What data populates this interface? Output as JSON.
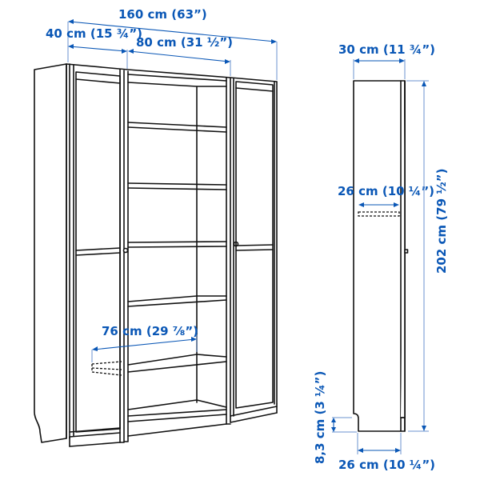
{
  "diagram": {
    "type": "product-dimensions",
    "subject": "bookcase with glass doors",
    "colors": {
      "line": "#111111",
      "dimension": "#0a57b6",
      "background": "#ffffff"
    },
    "front_view": {
      "dimensions": {
        "total_width": "160 cm (63”)",
        "side_section_width": "40 cm (15 ¾”)",
        "middle_section_width": "80 cm (31 ½”)",
        "shelf_width": "76 cm (29 ⅞”)"
      }
    },
    "side_view": {
      "dimensions": {
        "depth_total": "30 cm (11 ¾”)",
        "shelf_depth": "26 cm (10 ¼”)",
        "height": "202 cm (79 ½”)",
        "base_height": "8,3 cm (3 ¼”)",
        "base_depth": "26 cm (10 ¼”)"
      }
    }
  }
}
